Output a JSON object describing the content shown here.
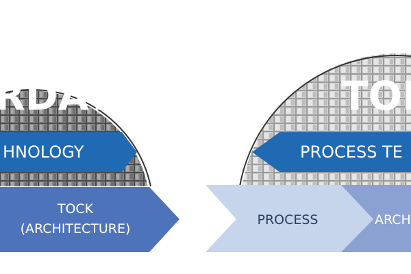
{
  "left_panel": {
    "heading": "RDAY",
    "banner_label": "HNOLOGY",
    "chevron_line1": "TOCK",
    "chevron_line2": "(ARCHITECTURE)"
  },
  "right_panel": {
    "heading": "TOD",
    "banner_label": "PROCESS TE",
    "chevron_process": "PROCESS",
    "chevron_partial": "ARCH"
  },
  "colors": {
    "wafer_dark": "#545454",
    "wafer_light": "#b9b9b9",
    "banner_blue": "#1f6ab3",
    "tock_blue": "#4d74bb",
    "process_light": "#c6d4ec",
    "arch_mid": "#8aa1d1",
    "heading_white": "#ffffff",
    "text_white": "#ffffff",
    "text_dark": "#2c3e5c"
  }
}
